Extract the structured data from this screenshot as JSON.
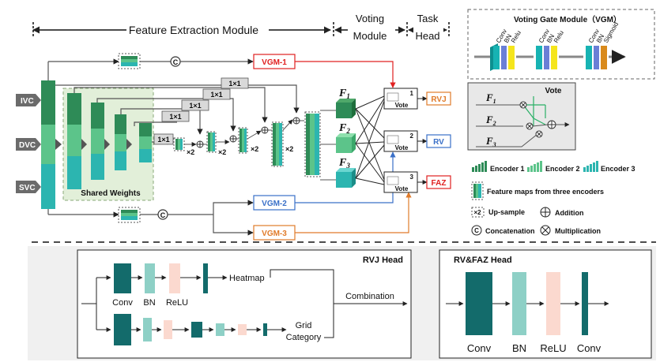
{
  "sections": {
    "feature_extraction": "Feature Extraction Module",
    "voting_l1": "Voting",
    "voting_l2": "Module",
    "task_l1": "Task",
    "task_l2": "Head"
  },
  "inputs": [
    "IVC",
    "DVC",
    "SVC"
  ],
  "shared_weights": "Shared Weights",
  "skip_label": "1×1",
  "upsample_label": "×2",
  "concat_symbol": "C",
  "features": {
    "f1": "F",
    "f2": "F",
    "f3": "F",
    "sub1": "1",
    "sub2": "2",
    "sub3": "3"
  },
  "vgm": {
    "v1": "VGM-1",
    "v2": "VGM-2",
    "v3": "VGM-3"
  },
  "vote": {
    "label": "Vote",
    "n1": "1",
    "n2": "2",
    "n3": "3"
  },
  "outputs": {
    "rvj": "RVJ",
    "rv": "RV",
    "faz": "FAZ"
  },
  "vgm_box": {
    "title": "Voting Gate Module（VGM）",
    "conv": "Conv",
    "bn": "BN",
    "relu": "Relu",
    "sigmoid": "Sigmoid"
  },
  "vote_box": {
    "title": "Vote"
  },
  "legend": {
    "encoder1": "Encoder 1",
    "encoder2": "Encoder 2",
    "encoder3": "Encoder 3",
    "feature_maps": "Feature maps from three encoders",
    "upsample_sym": "×2",
    "upsample": "Up-sample",
    "addition": "Addition",
    "concatenation": "Concatenation",
    "multiplication": "Multiplication"
  },
  "rvj_head": {
    "title": "RVJ Head",
    "conv": "Conv",
    "bn": "BN",
    "relu": "ReLU",
    "heatmap": "Heatmap",
    "combination": "Combination",
    "grid_l1": "Grid",
    "grid_l2": "Category"
  },
  "rvfaz_head": {
    "title": "RV&FAZ Head",
    "conv1": "Conv",
    "bn": "BN",
    "relu": "ReLU",
    "conv2": "Conv"
  },
  "colors": {
    "enc1": "#2e8b57",
    "enc2": "#5cc48a",
    "enc3": "#2cb5b0",
    "rvj": "#e07b2a",
    "rv": "#3a70c8",
    "faz": "#e02020",
    "vgm1": "#e02020",
    "vgm2": "#3a70c8",
    "vgm3": "#e07b2a",
    "shared": "#e2efd9",
    "conv_dark": "#136b6b",
    "bn": "#8ed0c6",
    "relu": "#fbd9cf",
    "panel": "#f0f0f0"
  }
}
